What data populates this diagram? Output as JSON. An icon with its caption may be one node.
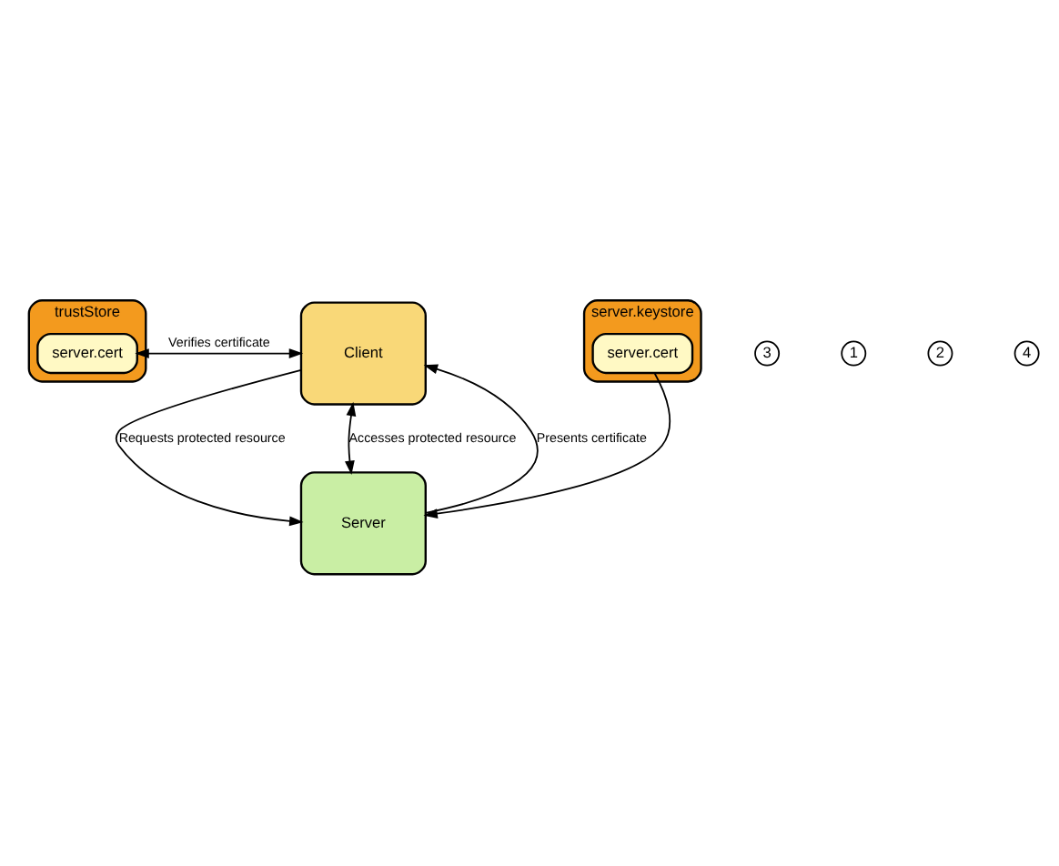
{
  "diagram": {
    "nodes": [
      {
        "text": [
          "trustStore"
        ]
      },
      {
        "text": [
          "server.cert"
        ],
        "in": 0
      },
      {
        "text": [
          "Client"
        ]
      },
      {
        "text": [
          "Server"
        ]
      },
      {
        "text": [
          "server.keystore"
        ]
      },
      {
        "text": [
          "server.cert"
        ],
        "in": 4
      }
    ],
    "edges": [
      {
        "from": 2,
        "to": 1,
        "arrow": "both",
        "label": "Verifies certificate"
      },
      {
        "from": 2,
        "to": 3,
        "arrow": "to",
        "label": "Requests protected resource"
      },
      {
        "from": 3,
        "to": 2,
        "arrow": "to",
        "label": "Presents certificate"
      },
      {
        "from": 2,
        "to": 3,
        "arrow": "both",
        "label": "Accesses protected resource"
      },
      {
        "from": 5,
        "to": 3,
        "arrow": "to"
      }
    ],
    "labels": [
      "3",
      "1",
      "2",
      "4"
    ]
  }
}
